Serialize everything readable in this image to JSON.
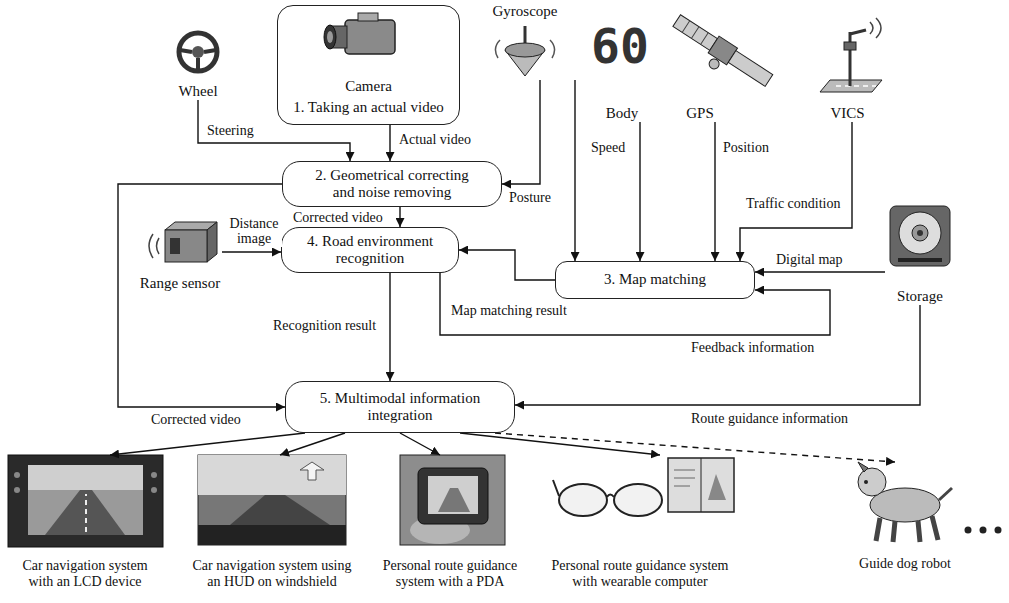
{
  "diagram": {
    "nodes": [
      {
        "text": [
          "Wheel"
        ]
      },
      {
        "text": [
          "Camera",
          "1. Taking an actual video"
        ]
      },
      {
        "text": [
          "Gyroscope"
        ]
      },
      {
        "text": [
          "Body"
        ]
      },
      {
        "text": [
          "GPS"
        ]
      },
      {
        "text": [
          "VICS"
        ]
      },
      {
        "text": [
          "2. Geometrical correcting and noise removing"
        ]
      },
      {
        "text": [
          "Range sensor"
        ]
      },
      {
        "text": [
          "4. Road environment recognition"
        ]
      },
      {
        "text": [
          "Storage"
        ]
      },
      {
        "text": [
          "3. Map matching"
        ]
      },
      {
        "text": [
          "5. Multimodal information integration"
        ]
      },
      {
        "text": [
          "Car navigation system with an LCD device"
        ]
      },
      {
        "text": [
          "Car navigation system using an HUD on windshield"
        ]
      },
      {
        "text": [
          "Personal route guidance system with a PDA"
        ]
      },
      {
        "text": [
          "Personal route guidance system with wearable computer"
        ]
      },
      {
        "text": [
          "Guide dog robot"
        ]
      }
    ],
    "edges": [
      {
        "from": 0,
        "to": 6,
        "arrow": "to",
        "label": "Steering"
      },
      {
        "from": 1,
        "to": 6,
        "arrow": "to",
        "label": "Actual video"
      },
      {
        "from": 2,
        "to": 6,
        "arrow": "to",
        "label": "Posture"
      },
      {
        "from": 2,
        "to": 10,
        "arrow": "to"
      },
      {
        "from": 3,
        "to": 10,
        "arrow": "to",
        "label": "Speed"
      },
      {
        "from": 4,
        "to": 10,
        "arrow": "to",
        "label": "Position"
      },
      {
        "from": 5,
        "to": 10,
        "arrow": "to",
        "label": "Traffic condition"
      },
      {
        "from": 9,
        "to": 10,
        "arrow": "to",
        "label": "Digital map"
      },
      {
        "from": 6,
        "to": 8,
        "arrow": "to",
        "label": "Corrected video"
      },
      {
        "from": 7,
        "to": 8,
        "arrow": "to",
        "label": "Distance image"
      },
      {
        "from": 10,
        "to": 8,
        "arrow": "to",
        "label": "Map matching result"
      },
      {
        "from": 8,
        "to": 10,
        "arrow": "to",
        "label": "Feedback information"
      },
      {
        "from": 6,
        "to": 11,
        "arrow": "to",
        "label": "Corrected video"
      },
      {
        "from": 8,
        "to": 11,
        "arrow": "to",
        "label": "Recognition result"
      },
      {
        "from": 9,
        "to": 11,
        "arrow": "to",
        "label": "Route guidance information"
      },
      {
        "from": 11,
        "to": 12,
        "arrow": "to"
      },
      {
        "from": 11,
        "to": 13,
        "arrow": "to"
      },
      {
        "from": 11,
        "to": 14,
        "arrow": "to"
      },
      {
        "from": 11,
        "to": 15,
        "arrow": "to"
      },
      {
        "from": 11,
        "to": 16,
        "arrow": "to"
      }
    ],
    "labels": [
      "60"
    ]
  }
}
